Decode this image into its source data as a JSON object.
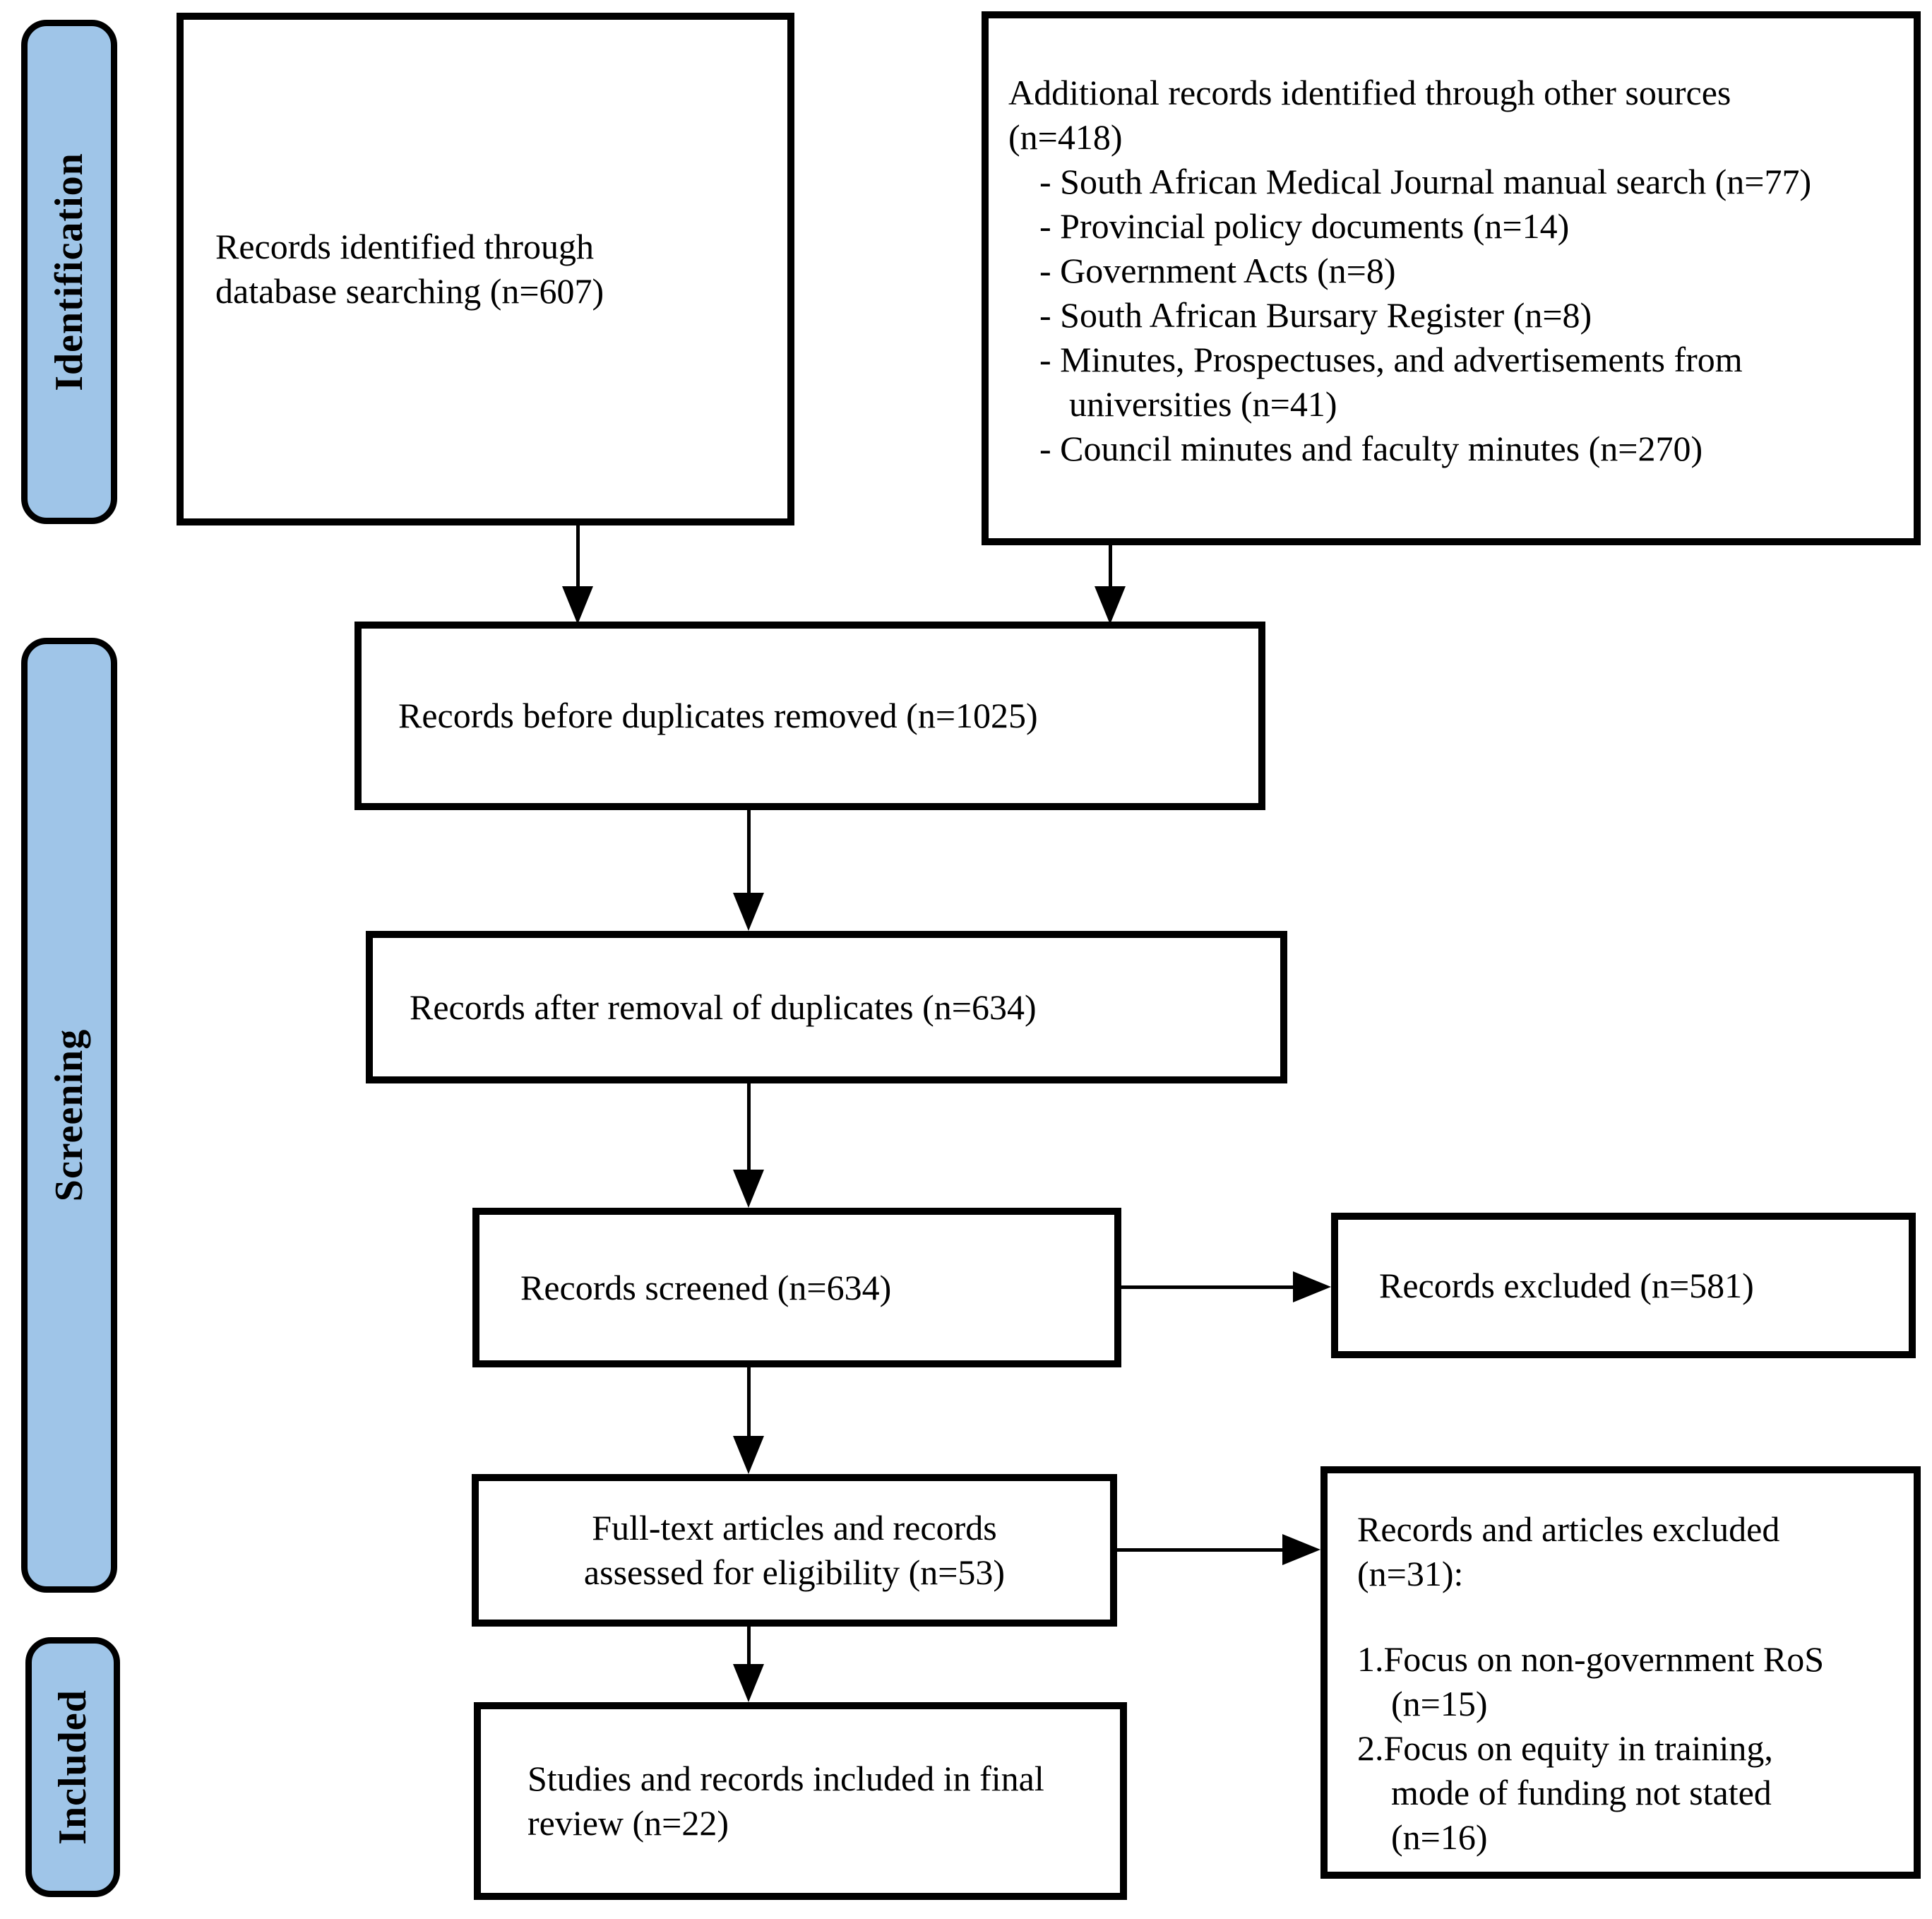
{
  "style": {
    "stage_fill": "#9FC5E8",
    "line_color": "#000000",
    "background": "#FFFFFF"
  },
  "stages": [
    {
      "label": "Identification"
    },
    {
      "label": "Screening"
    },
    {
      "label": "Included"
    }
  ],
  "boxes": {
    "database_search": {
      "lines": [
        "Records identified through",
        "database searching (n=607)"
      ]
    },
    "other_sources": {
      "lines": [
        "Additional records identified through other sources",
        "(n=418)",
        "- South African Medical Journal manual search (n=77)",
        "- Provincial policy documents (n=14)",
        "- Government Acts (n=8)",
        "- South African Bursary Register (n=8)",
        "- Minutes, Prospectuses, and advertisements from",
        "universities (n=41)",
        "- Council minutes and faculty minutes (n=270)"
      ]
    },
    "before_duplicates": {
      "text": "Records before duplicates removed (n=1025)"
    },
    "after_duplicates": {
      "text": "Records after removal of duplicates (n=634)"
    },
    "screened": {
      "text": "Records screened (n=634)"
    },
    "records_excluded": {
      "text": "Records excluded (n=581)"
    },
    "fulltext": {
      "lines": [
        "Full-text articles and records",
        "assessed for eligibility (n=53)"
      ]
    },
    "articles_excluded": {
      "lines": [
        "Records and articles excluded",
        "(n=31):",
        "1.Focus on non-government RoS",
        "(n=15)",
        "2.Focus on equity in training,",
        "mode of funding not stated",
        "(n=16)"
      ]
    },
    "included_final": {
      "lines": [
        "Studies and records included in final",
        "review (n=22)"
      ]
    }
  }
}
